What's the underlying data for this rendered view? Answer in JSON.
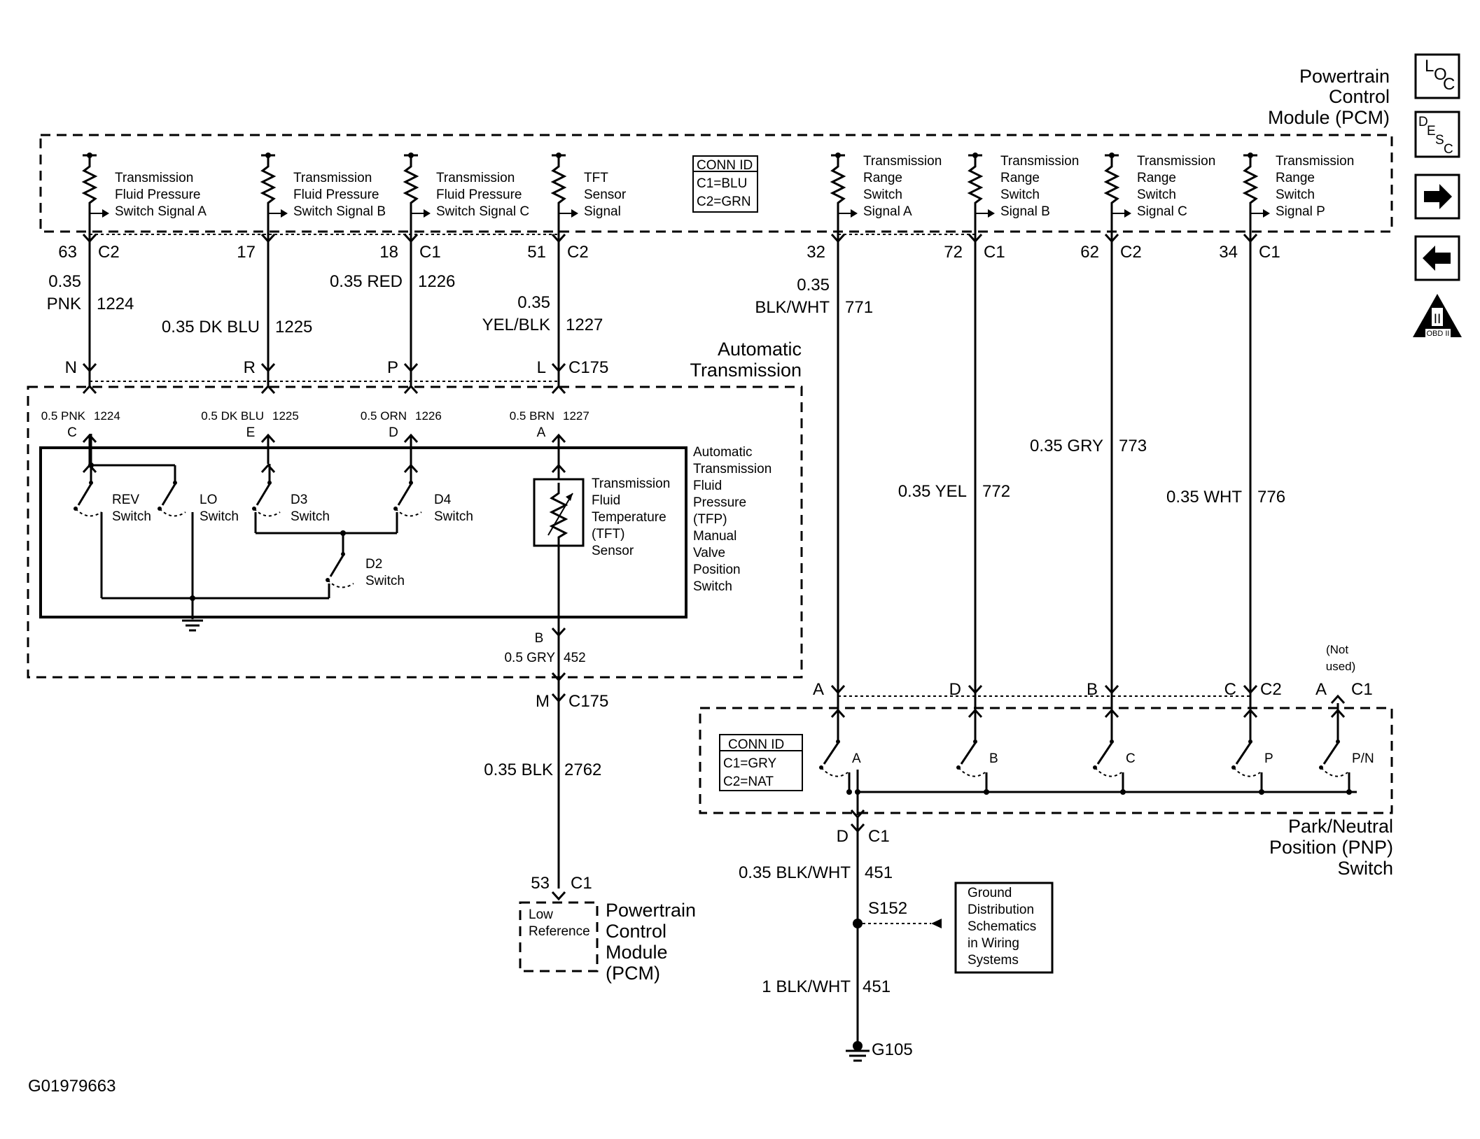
{
  "pcm": {
    "title_l1": "Powertrain",
    "title_l2": "Control",
    "title_l3": "Module (PCM)",
    "conn_id_title": "CONN ID",
    "conn_id_c1": "C1=BLU",
    "conn_id_c2": "C2=GRN"
  },
  "pcm_circuits": [
    {
      "l1": "Transmission",
      "l2": "Fluid Pressure",
      "l3": "Switch Signal A",
      "pin": "63",
      "conn": "C2",
      "wire": "0.35",
      "wire2": "PNK",
      "num": "1224",
      "letter": "N"
    },
    {
      "l1": "Transmission",
      "l2": "Fluid Pressure",
      "l3": "Switch Signal B",
      "pin": "17",
      "conn": "",
      "wire": "0.35 DK BLU",
      "num": "1225",
      "letter": "R"
    },
    {
      "l1": "Transmission",
      "l2": "Fluid Pressure",
      "l3": "Switch Signal C",
      "pin": "18",
      "conn": "C1",
      "wire": "0.35 RED",
      "num": "1226",
      "letter": "P"
    },
    {
      "l1": "TFT",
      "l2": "Sensor",
      "l3": "Signal",
      "pin": "51",
      "conn": "C2",
      "wire": "0.35",
      "wire2": "YEL/BLK",
      "num": "1227",
      "letter": "L",
      "conn2": "C175"
    },
    {
      "l0": "Transmission",
      "l1": "Range",
      "l2": "Switch",
      "l3": "Signal A",
      "pin": "32",
      "conn": "",
      "wire": "0.35",
      "wire2": "BLK/WHT",
      "num": "771",
      "letter": "A"
    },
    {
      "l0": "Transmission",
      "l1": "Range",
      "l2": "Switch",
      "l3": "Signal B",
      "pin": "72",
      "conn": "C1",
      "wire": "0.35 YEL",
      "num": "772",
      "letter": "D"
    },
    {
      "l0": "Transmission",
      "l1": "Range",
      "l2": "Switch",
      "l3": "Signal C",
      "pin": "62",
      "conn": "C2",
      "wire": "0.35 GRY",
      "num": "773",
      "letter": "B"
    },
    {
      "l0": "Transmission",
      "l1": "Range",
      "l2": "Switch",
      "l3": "Signal P",
      "pin": "34",
      "conn": "C1",
      "wire": "0.35 WHT",
      "num": "776",
      "letter": "C",
      "conn2": "C2"
    }
  ],
  "at": {
    "title_l1": "Automatic",
    "title_l2": "Transmission",
    "wires": [
      {
        "wire": "0.5 PNK",
        "num": "1224",
        "letter": "C"
      },
      {
        "wire": "0.5 DK BLU",
        "num": "1225",
        "letter": "E"
      },
      {
        "wire": "0.5 ORN",
        "num": "1226",
        "letter": "D"
      },
      {
        "wire": "0.5 BRN",
        "num": "1227",
        "letter": "A"
      }
    ],
    "switches": [
      {
        "l1": "REV",
        "l2": "Switch"
      },
      {
        "l1": "LO",
        "l2": "Switch"
      },
      {
        "l1": "D3",
        "l2": "Switch"
      },
      {
        "l1": "D4",
        "l2": "Switch"
      },
      {
        "l1": "D2",
        "l2": "Switch"
      }
    ],
    "tft": [
      "Transmission",
      "Fluid",
      "Temperature",
      "(TFT)",
      "Sensor"
    ],
    "tfp": [
      "Automatic",
      "Transmission",
      "Fluid",
      "Pressure",
      "(TFP)",
      "Manual",
      "Valve",
      "Position",
      "Switch"
    ],
    "b_letter": "B",
    "b_wire": "0.5 GRY",
    "b_num": "452",
    "m_letter": "M",
    "m_conn": "C175",
    "low_wire": "0.35 BLK",
    "low_num": "2762",
    "low_pin": "53",
    "low_conn": "C1"
  },
  "low_ref": {
    "l1": "Low",
    "l2": "Reference",
    "pcm_l1": "Powertrain",
    "pcm_l2": "Control",
    "pcm_l3": "Module",
    "pcm_l4": "(PCM)"
  },
  "pnp": {
    "title_l1": "Park/Neutral",
    "title_l2": "Position (PNP)",
    "title_l3": "Switch",
    "conn_id_title": "CONN ID",
    "conn_id_c1": "C1=GRY",
    "conn_id_c2": "C2=NAT",
    "switch_labels": [
      "A",
      "B",
      "C",
      "P",
      "P/N"
    ],
    "not_used_l1": "(Not",
    "not_used_l2": "used)",
    "a_letter": "A",
    "a_conn": "C1",
    "d_letter": "D",
    "d_conn": "C1",
    "gnd_wire": "0.35 BLK/WHT",
    "gnd_num": "451",
    "splice": "S152",
    "gnd_wire2": "1 BLK/WHT",
    "gnd_num2": "451",
    "ground": "G105"
  },
  "ground_ref": [
    "Ground",
    "Distribution",
    "Schematics",
    "in Wiring",
    "Systems"
  ],
  "nav": {
    "loc_l": "L",
    "loc_o": "O",
    "loc_c": "C",
    "desc_d": "D",
    "desc_e": "E",
    "desc_s": "S",
    "desc_c": "C",
    "obd": "OBD II",
    "obd_num": "II"
  },
  "figure_id": "G01979663"
}
